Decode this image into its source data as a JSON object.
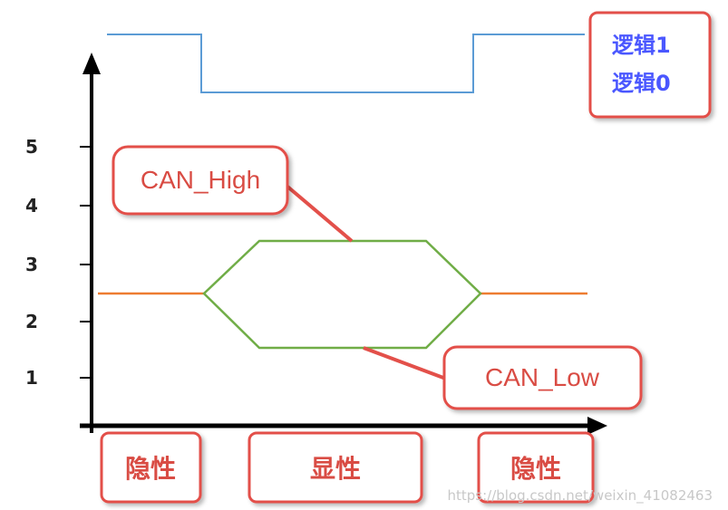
{
  "y_ticks": [
    "5",
    "4",
    "3",
    "2",
    "1"
  ],
  "legend": {
    "logic1": "逻辑1",
    "logic0": "逻辑0"
  },
  "signals": {
    "high": "CAN_High",
    "low": "CAN_Low"
  },
  "states": {
    "left": "隐性",
    "middle": "显性",
    "right": "隐性"
  },
  "watermark": "https://blog.csdn.net/weixin_41082463",
  "colors": {
    "axis": "#000000",
    "logic_line": "#5b9bd5",
    "recessive_line": "#ed7d31",
    "dominant_line": "#70ad47",
    "box_border": "#e3504a",
    "callout_text": "#d94c44",
    "logic_text": "#4a57ff"
  }
}
